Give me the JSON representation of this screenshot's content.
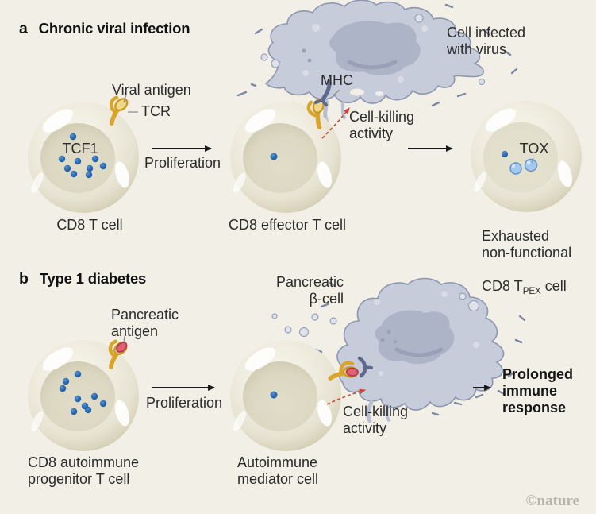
{
  "colors": {
    "background": "#f2f0e6",
    "cell_body": "#edeadb",
    "cell_rim": "#c2bda0",
    "nucleus": "#dbd7c1",
    "dot_blue": "#2f6fb6",
    "dot_light_blue": "#a5c8ef",
    "tcr_gold": "#d9a42c",
    "antigen_red": "#e2606f",
    "infected_fill": "#c7ccda",
    "infected_stroke": "#8d96b0",
    "infected_nucleus": "#aeb4c8",
    "arrow_black": "#1a1a1a",
    "arrow_red": "#cc4438",
    "text": "#2b2b2b"
  },
  "panel_a": {
    "letter": "a",
    "title": "Chronic viral infection",
    "viral_antigen_label": "Viral antigen",
    "tcr_label": "TCR",
    "mhc_label": "MHC",
    "infected_cell_label": "Cell infected\nwith virus",
    "proliferation_label": "Proliferation",
    "cell_killing_label": "Cell-killing\nactivity",
    "tcf1_label": "TCF1",
    "tox_label": "TOX",
    "cd8_cell_label": "CD8 T cell",
    "effector_cell_label": "CD8 effector T cell",
    "exhausted_line12": "Exhausted\nnon-functional",
    "exhausted_pre": "CD8 T",
    "exhausted_sub": "PEX",
    "exhausted_post": " cell"
  },
  "panel_b": {
    "letter": "b",
    "title": "Type 1 diabetes",
    "pancreatic_antigen_label": "Pancreatic\nantigen",
    "beta_cell_label": "Pancreatic\nβ-cell",
    "proliferation_label": "Proliferation",
    "cell_killing_label": "Cell-killing\nactivity",
    "progenitor_cell_label": "CD8 autoimmune\nprogenitor T cell",
    "mediator_cell_label": "Autoimmune\nmediator cell",
    "outcome_label": "Prolonged\nimmune\nresponse"
  },
  "watermark": "©nature"
}
